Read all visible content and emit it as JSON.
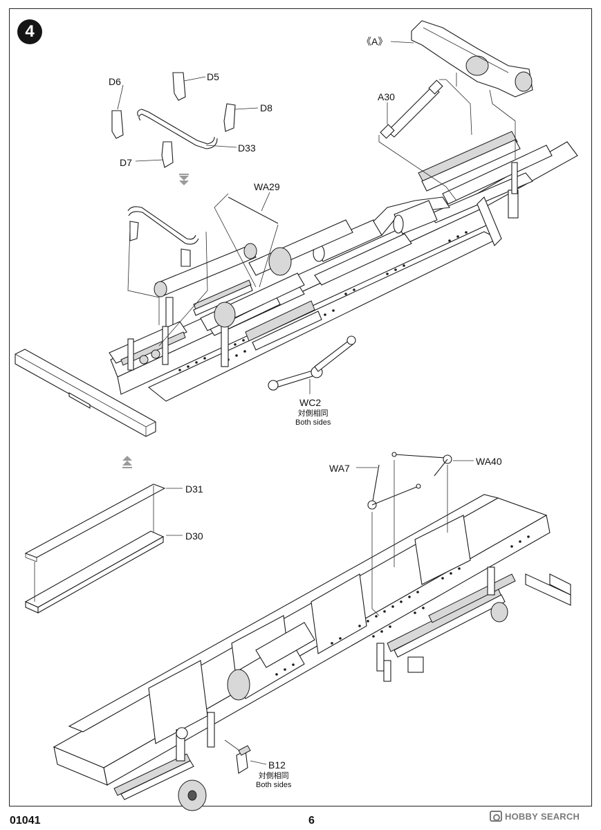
{
  "step": {
    "number": "4"
  },
  "labels": {
    "a": "《A》",
    "a30": "A30",
    "d5": "D5",
    "d6": "D6",
    "d7": "D7",
    "d8": "D8",
    "d33": "D33",
    "wa29": "WA29",
    "wc2": "WC2",
    "wa7": "WA7",
    "wa40": "WA40",
    "d31": "D31",
    "d30": "D30",
    "b12": "B12"
  },
  "notes": {
    "wc2_cn": "対側相同",
    "wc2_en": "Both sides",
    "b12_cn": "対側相同",
    "b12_en": "Both sides"
  },
  "footer": {
    "code": "01041",
    "page": "6",
    "watermark_brand": "HOBBY",
    "watermark_search": "SEARCH"
  },
  "icons": {
    "step_badge": "circled-number-icon",
    "down_arrow": "double-down-arrow-icon",
    "up_arrow": "double-up-arrow-icon",
    "watermark_logo": "hobby-search-logo-icon"
  }
}
